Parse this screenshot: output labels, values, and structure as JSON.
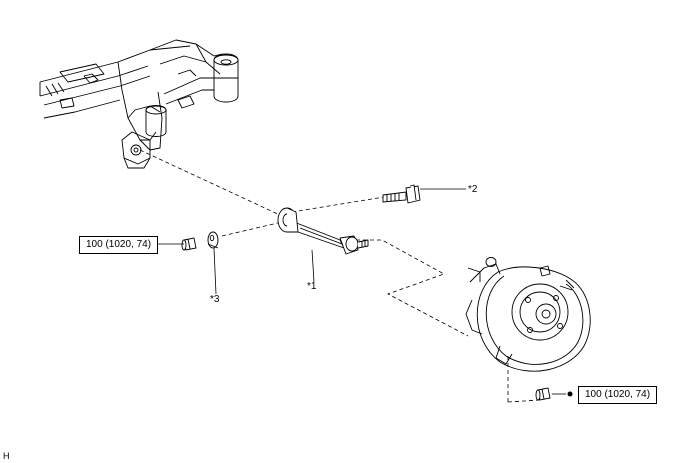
{
  "callouts": {
    "part1": "*1",
    "part2": "*2",
    "part3": "*3"
  },
  "torque_specs": {
    "left": "100 (1020, 74)",
    "right": "100 (1020, 74)"
  },
  "figure_code": "H",
  "colors": {
    "line": "#000000",
    "background": "#ffffff"
  }
}
